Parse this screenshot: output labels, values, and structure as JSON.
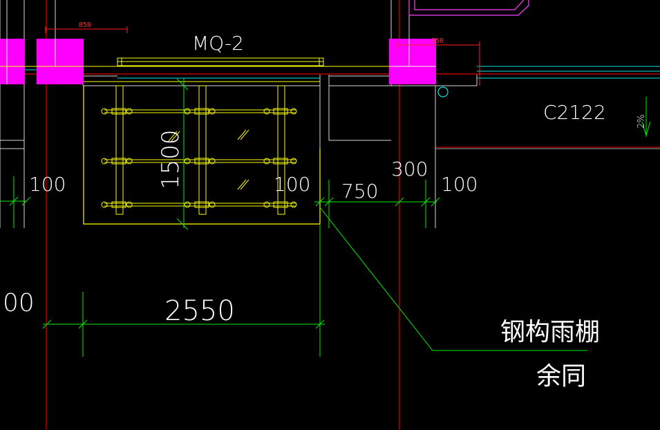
{
  "labels": {
    "door_tag": "MQ-2",
    "window_tag": "C2122",
    "slope": "2%",
    "canopy_line1": "钢构雨棚",
    "canopy_line2": "余同"
  },
  "dimensions": {
    "top_left": "850",
    "top_right": "850",
    "left_100": "100",
    "height_1500": "1500",
    "mid_100": "100",
    "d_750": "750",
    "d_300": "300",
    "right_100": "100",
    "partial_00": "00",
    "width_2550": "2550"
  },
  "colors": {
    "background": "#000000",
    "magenta": "#ff00ff",
    "yellow": "#ffff00",
    "green": "#00ff00",
    "red": "#ff0000",
    "cyan": "#00ffff",
    "white": "#ffffff"
  }
}
